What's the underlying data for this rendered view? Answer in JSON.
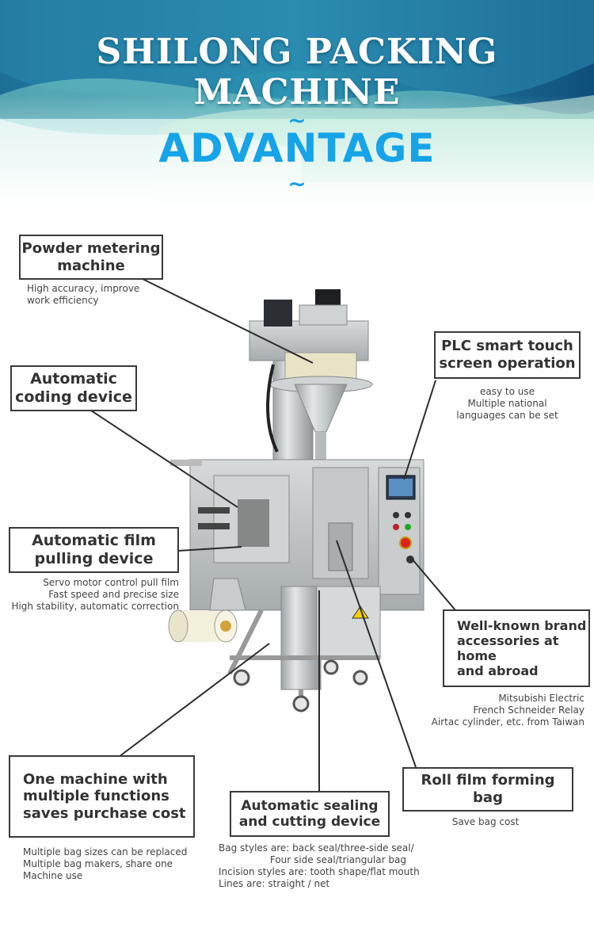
{
  "header": {
    "title": "SHILONG PACKING MACHINE",
    "tilde_top": "~",
    "subtitle": "ADVANTAGE",
    "tilde_bottom": "~"
  },
  "features": [
    {
      "title": "Powder metering\nmachine",
      "desc": "High accuracy, improve\nwork efficiency"
    },
    {
      "title": "PLC smart touch\nscreen operation",
      "desc": "easy to use\nMultiple national\nlanguages can be set"
    },
    {
      "title": "Automatic\ncoding device",
      "desc": ""
    },
    {
      "title": "Automatic film\npulling device",
      "desc": "Servo motor control pull film\nFast speed and precise size\nHigh stability, automatic correction"
    },
    {
      "title": "Well-known brand\naccessories at home\nand abroad",
      "desc": "Mitsubishi Electric\nFrench Schneider Relay\nAirtac cylinder, etc. from Taiwan"
    },
    {
      "title": "One machine with\nmultiple functions\nsaves purchase cost",
      "desc": "Multiple bag sizes can be replaced\nMultiple bag makers, share one\nMachine use"
    },
    {
      "title": "Automatic sealing\nand cutting device",
      "desc": "Bag styles are: back seal/three-side seal/\n                 Four side seal/triangular bag\nIncision styles are: tooth shape/flat mouth\nLines are: straight / net"
    },
    {
      "title": "Roll film forming bag",
      "desc": "Save bag cost"
    }
  ],
  "colors": {
    "accent": "#16a3e8",
    "border": "#3a3a3a",
    "text": "#333333"
  }
}
